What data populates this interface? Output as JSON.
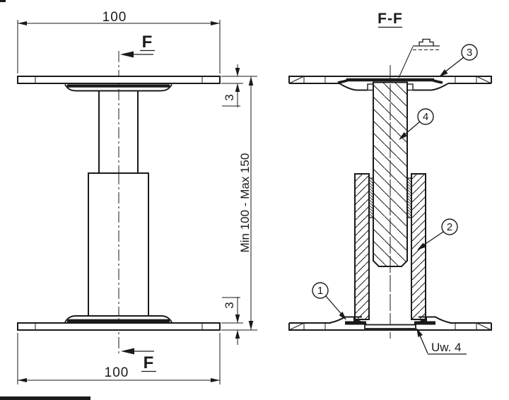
{
  "drawing": {
    "type": "technical-drawing",
    "colors": {
      "background": "#ffffff",
      "ink": "#1a1a1a"
    },
    "side_view": {
      "width_top": "100",
      "width_bottom": "100",
      "thickness_top": "3",
      "thickness_bottom": "3",
      "height_range": "Min 100 - Max 150",
      "cut_label_top": "F",
      "cut_label_bottom": "F"
    },
    "section_view": {
      "title": "F-F",
      "balloon_1": "1",
      "balloon_2": "2",
      "balloon_3": "3",
      "balloon_4": "4",
      "note": "Uw. 4"
    }
  }
}
